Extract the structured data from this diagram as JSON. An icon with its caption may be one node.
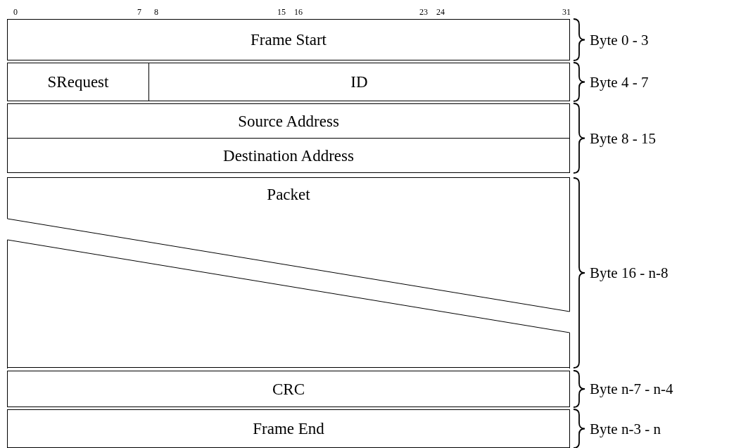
{
  "diagram": {
    "nodes": [
      {
        "text": [
          "Frame Start"
        ]
      },
      {
        "text": [
          "SRequest"
        ]
      },
      {
        "text": [
          "ID"
        ]
      },
      {
        "text": [
          "Source Address"
        ]
      },
      {
        "text": [
          "Destination Address"
        ]
      },
      {
        "text": [
          "Packet"
        ]
      },
      {
        "text": [
          "CRC"
        ]
      },
      {
        "text": [
          "Frame End"
        ]
      }
    ],
    "edges": [],
    "labels": [
      "0",
      "7",
      "8",
      "15",
      "16",
      "23",
      "24",
      "31",
      "Byte 0 - 3",
      "Byte 4 - 7",
      "Byte 8 - 15",
      "Byte 16 - n-8",
      "Byte n-7 - n-4",
      "Byte n-3 - n"
    ]
  }
}
